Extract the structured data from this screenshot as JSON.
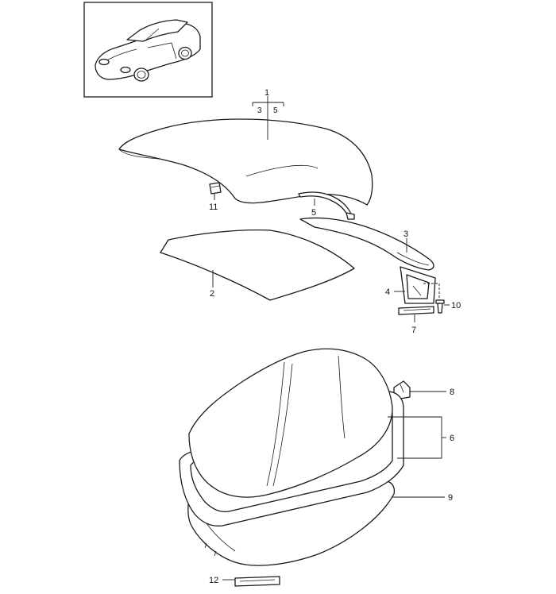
{
  "callouts": {
    "p1": "1",
    "p2": "2",
    "p3": "3",
    "p3sub": "3",
    "p4": "4",
    "p5": "5",
    "p5sub": "5",
    "p6": "6",
    "p7": "7",
    "p8": "8",
    "p9": "9",
    "p10": "10",
    "p11": "11",
    "p12": "12"
  },
  "colors": {
    "line": "#1a1a1a",
    "background": "#ffffff"
  }
}
